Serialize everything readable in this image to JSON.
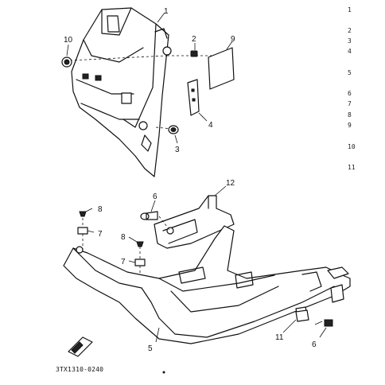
{
  "diagram": {
    "callouts": {
      "c1": "1",
      "c2": "2",
      "c3": "3",
      "c4": "4",
      "c5": "5",
      "c6a": "6",
      "c6b": "6",
      "c7a": "7",
      "c7b": "7",
      "c8a": "8",
      "c8b": "8",
      "c9": "9",
      "c10": "10",
      "c11": "11",
      "c12": "12"
    },
    "reference_column": [
      "1",
      "2",
      "3",
      "4",
      "5",
      "6",
      "7",
      "8",
      "9",
      "10",
      "11"
    ],
    "drawing_code": "3TX1310-0240"
  }
}
